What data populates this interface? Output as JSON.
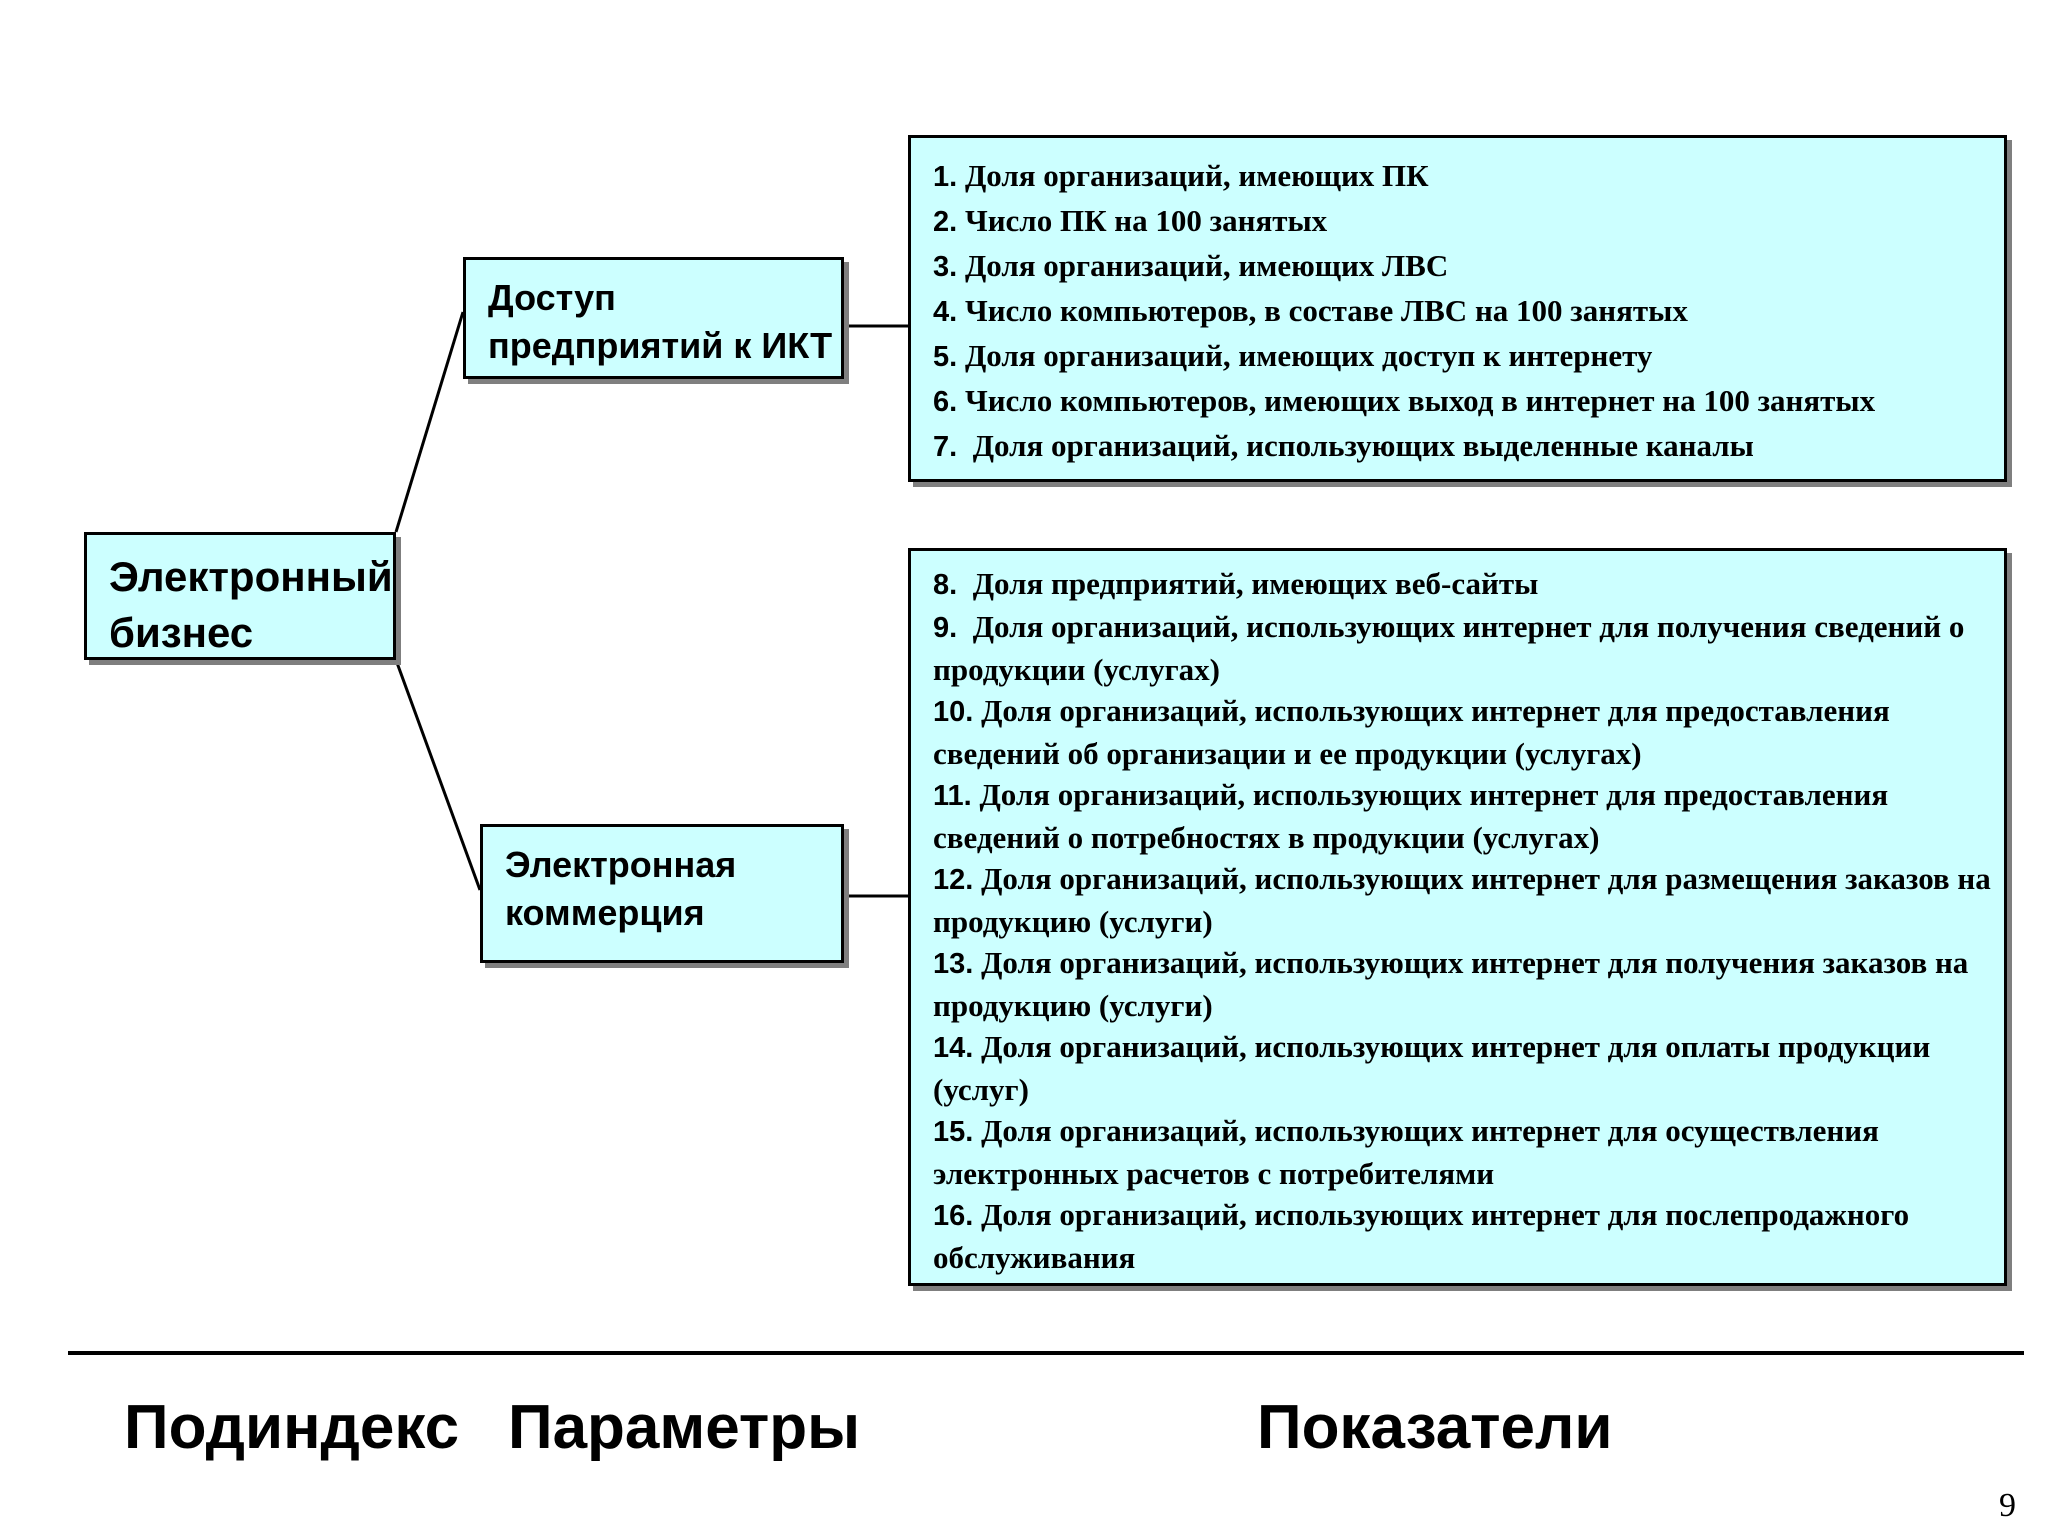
{
  "diagram": {
    "root": {
      "label": "Электронный\nбизнес"
    },
    "parameters": [
      {
        "label": "Доступ\nпредприятий к ИКТ",
        "indicators": [
          {
            "number": "1.",
            "text": " Доля организаций, имеющих ПК"
          },
          {
            "number": "2.",
            "text": " Число ПК на 100 занятых"
          },
          {
            "number": "3.",
            "text": " Доля организаций, имеющих ЛВС"
          },
          {
            "number": "4.",
            "text": " Число компьютеров, в составе ЛВС на 100 занятых"
          },
          {
            "number": "5.",
            "text": " Доля организаций, имеющих доступ к интернету"
          },
          {
            "number": "6.",
            "text": " Число компьютеров, имеющих выход в интернет на 100 занятых"
          },
          {
            "number": "7.",
            "text": "  Доля организаций, использующих выделенные каналы"
          }
        ]
      },
      {
        "label": "Электронная\nкоммерция",
        "indicators": [
          {
            "number": "8.",
            "text": "  Доля предприятий, имеющих веб-сайты"
          },
          {
            "number": "9.",
            "text": "  Доля организаций, использующих интернет для получения сведений о продукции (услугах)"
          },
          {
            "number": "10.",
            "text": " Доля организаций, использующих интернет для предоставления сведений об организации и ее продукции (услугах)"
          },
          {
            "number": "11.",
            "text": " Доля организаций, использующих интернет для предоставления сведений о потребностях в продукции (услугах)"
          },
          {
            "number": "12.",
            "text": " Доля организаций, использующих интернет для размещения заказов на продукцию (услуги)"
          },
          {
            "number": "13.",
            "text": " Доля организаций, использующих интернет для получения заказов на продукцию (услуги)"
          },
          {
            "number": "14.",
            "text": " Доля организаций, использующих интернет для оплаты продукции (услуг)"
          },
          {
            "number": "15.",
            "text": " Доля организаций, использующих интернет для осуществления электронных расчетов с потребителями"
          },
          {
            "number": "16.",
            "text": " Доля организаций, использующих интернет для послепродажного обслуживания"
          }
        ]
      }
    ]
  },
  "footer": {
    "subindex": "Подиндекс",
    "parameters": "Параметры",
    "indicators": "Показатели"
  },
  "page_number": "9",
  "colors": {
    "box_fill": "#ccffff",
    "box_border": "#000000",
    "box_shadow": "#7f7f7f",
    "text": "#000000"
  }
}
